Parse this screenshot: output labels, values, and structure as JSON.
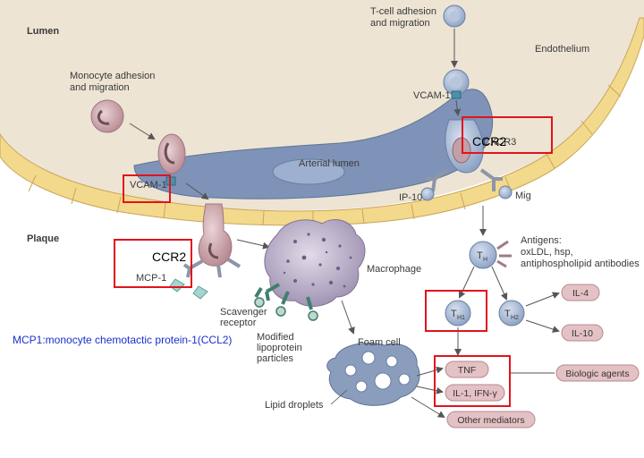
{
  "labels": {
    "lumen": "Lumen",
    "plaque": "Plaque",
    "endothelium": "Endothelium",
    "arterial_lumen": "Arterial lumen",
    "monocyte_adhesion": [
      "Monocyte adhesion",
      "and migration"
    ],
    "tcell_adhesion": [
      "T-cell adhesion",
      "and migration"
    ],
    "vcam_left": "VCAM-1",
    "vcam_right": "VCAM-1",
    "cxcr3": "CXCR3",
    "ip10": "IP-10",
    "mig": "Mig",
    "mcp1": "MCP-1",
    "macrophage": "Macrophage",
    "scavenger_receptor": [
      "Scavenger",
      "receptor"
    ],
    "modified_lipoprotein": [
      "Modified",
      "lipoprotein",
      "particles"
    ],
    "foam_cell": "Foam cell",
    "lipid_droplets": "Lipid droplets",
    "th_main": "T",
    "th_sub": "H",
    "th1_sub": "H1",
    "th2_sub": "H2",
    "antigens": [
      "Antigens:",
      "oxLDL, hsp,",
      "antiphospholipid antibodies"
    ],
    "il4": "IL-4",
    "il10": "IL-10",
    "tnf": "TNF",
    "il1_ifn": "IL-1, IFN-γ",
    "other_mediators": "Other mediators",
    "biologic_agents": "Biologic agents",
    "ccr2_top": "CCR2",
    "ccr2_bottom": "CCR2",
    "note": "MCP1:monocyte chemotactic protein-1(CCL2)"
  },
  "colors": {
    "highlight": "#e0141c",
    "note": "#1a2fd0"
  }
}
